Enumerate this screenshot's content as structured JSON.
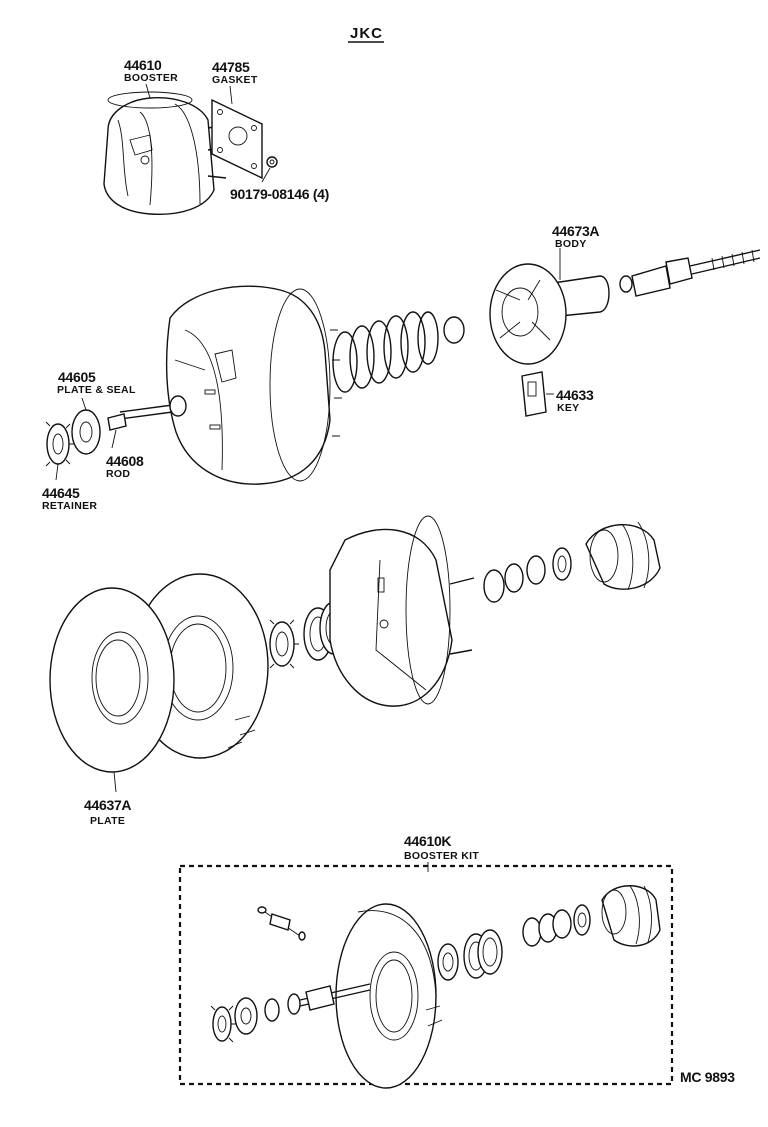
{
  "diagram": {
    "header": "JKC",
    "parts": {
      "booster_top": {
        "number": "44610",
        "name": "BOOSTER"
      },
      "gasket": {
        "number": "44785",
        "name": "GASKET"
      },
      "nut": {
        "number": "90179-08146 (4)"
      },
      "body": {
        "number": "44673A",
        "name": "BODY"
      },
      "key": {
        "number": "44633",
        "name": "KEY"
      },
      "plate_seal": {
        "number": "44605",
        "name": "PLATE & SEAL"
      },
      "rod": {
        "number": "44608",
        "name": "ROD"
      },
      "retainer": {
        "number": "44645",
        "name": "RETAINER"
      },
      "plate": {
        "number": "44637A",
        "name": "PLATE"
      },
      "booster_kit": {
        "number": "44610K",
        "name": "BOOSTER KIT"
      }
    },
    "reference": "MC  9893"
  }
}
